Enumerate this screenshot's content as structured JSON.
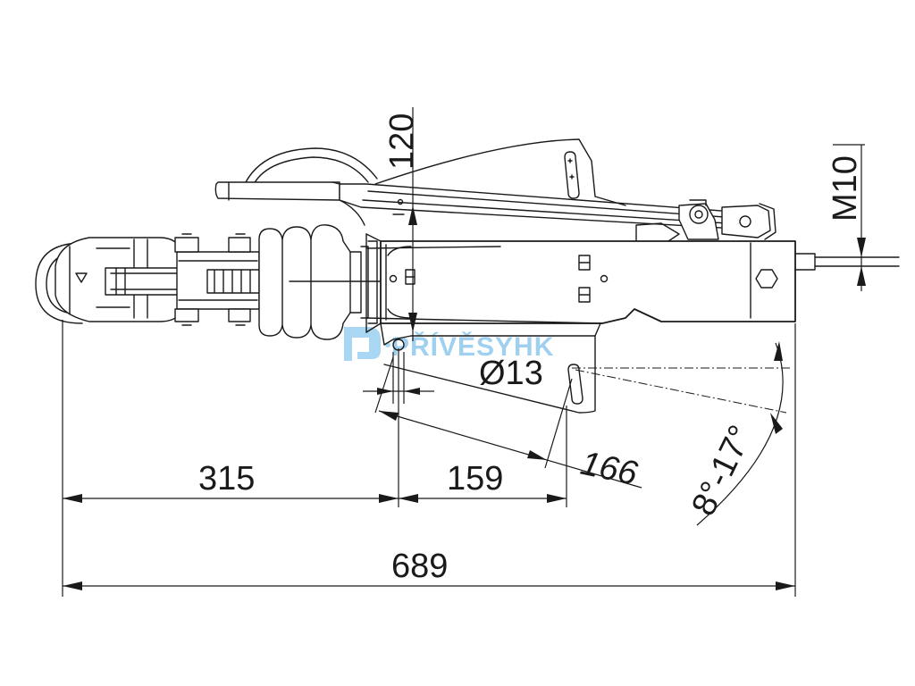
{
  "dimensions": {
    "length_a": "315",
    "length_b": "159",
    "length_total": "689",
    "diagonal": "166",
    "height": "120",
    "hole_diameter": "Ø13",
    "thread": "M10",
    "angle": "8°-17°"
  },
  "watermark": {
    "text": "PŘÍVĚSYHK"
  },
  "colors": {
    "line": "#1a1a1a",
    "background": "#ffffff",
    "watermark": "#9fd0ef"
  }
}
